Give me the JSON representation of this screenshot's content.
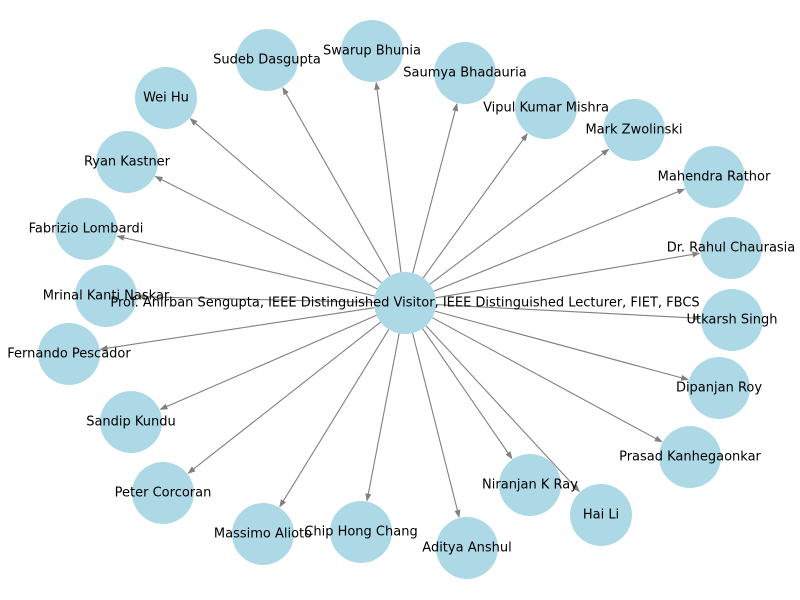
{
  "graph": {
    "node_color": "#add8e6",
    "edge_color": "#808080",
    "center": {
      "id": "center",
      "label": "Prof. Anirban Sengupta, IEEE Distinguished Visitor, IEEE Distinguished Lecturer, FIET, FBCS"
    },
    "nodes": [
      {
        "id": "swarup-bhunia",
        "label": "Swarup Bhunia"
      },
      {
        "id": "sudeb-dasgupta",
        "label": "Sudeb Dasgupta"
      },
      {
        "id": "saumya-bhadauria",
        "label": "Saumya Bhadauria"
      },
      {
        "id": "wei-hu",
        "label": "Wei Hu"
      },
      {
        "id": "vipul-kumar-mishra",
        "label": "Vipul Kumar Mishra"
      },
      {
        "id": "mark-zwolinski",
        "label": "Mark Zwolinski"
      },
      {
        "id": "ryan-kastner",
        "label": "Ryan Kastner"
      },
      {
        "id": "mahendra-rathor",
        "label": "Mahendra Rathor"
      },
      {
        "id": "fabrizio-lombardi",
        "label": "Fabrizio Lombardi"
      },
      {
        "id": "dr-rahul-chaurasia",
        "label": "Dr. Rahul Chaurasia"
      },
      {
        "id": "mrinal-kanti-naskar",
        "label": "Mrinal Kanti Naskar"
      },
      {
        "id": "utkarsh-singh",
        "label": "Utkarsh Singh"
      },
      {
        "id": "fernando-pescador",
        "label": "Fernando Pescador"
      },
      {
        "id": "dipanjan-roy",
        "label": "Dipanjan Roy"
      },
      {
        "id": "sandip-kundu",
        "label": "Sandip Kundu"
      },
      {
        "id": "prasad-kanhegaonkar",
        "label": "Prasad Kanhegaonkar"
      },
      {
        "id": "peter-corcoran",
        "label": "Peter Corcoran"
      },
      {
        "id": "niranjan-k-ray",
        "label": "Niranjan K Ray"
      },
      {
        "id": "hai-li",
        "label": "Hai Li"
      },
      {
        "id": "massimo-alioto",
        "label": "Massimo Alioto"
      },
      {
        "id": "chip-hong-chang",
        "label": "Chip Hong Chang"
      },
      {
        "id": "aditya-anshul",
        "label": "Aditya Anshul"
      }
    ]
  }
}
